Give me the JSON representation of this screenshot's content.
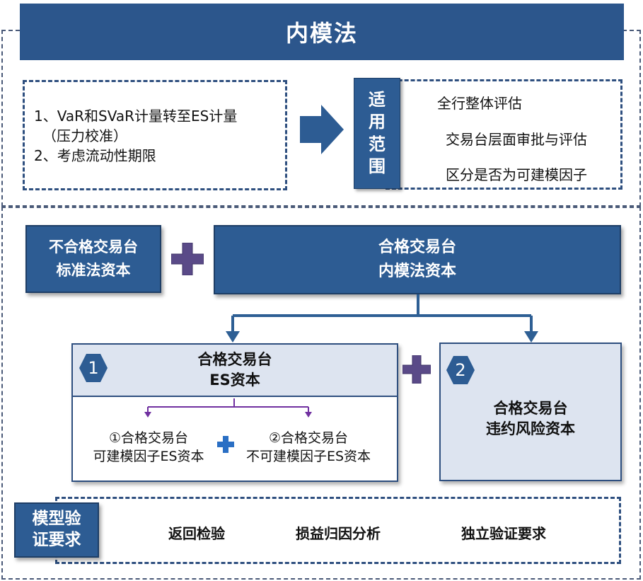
{
  "title": "内模法",
  "requirements": {
    "line1": "1、VaR和SVaR计量转至ES计量",
    "line2": "（压力校准）",
    "line3": "2、考虑流动性期限"
  },
  "scope": {
    "label_chars": [
      "适",
      "用",
      "范",
      "围"
    ],
    "items": [
      "全行整体评估",
      "交易台层面审批与评估",
      "区分是否为可建模因子"
    ]
  },
  "unqualified_desk": {
    "line1": "不合格交易台",
    "line2": "标准法资本"
  },
  "qualified_desk": {
    "line1": "合格交易台",
    "line2": "内模法资本"
  },
  "es_capital": {
    "badge": "1",
    "line1": "合格交易台",
    "line2": "ES资本",
    "modellable": {
      "line1": "①合格交易台",
      "line2": "可建模因子ES资本"
    },
    "non_modellable": {
      "line1": "②合格交易台",
      "line2": "不可建模因子ES资本"
    }
  },
  "default_risk": {
    "badge": "2",
    "line1": "合格交易台",
    "line2": "违约风险资本"
  },
  "validation": {
    "label_line1": "模型验",
    "label_line2": "证要求",
    "items": [
      "返回检验",
      "损益归因分析",
      "独立验证要求"
    ]
  },
  "colors": {
    "navy": "#2d5c93",
    "title": "#2c568c",
    "light": "#dde4f0",
    "purple": "#7030a0",
    "plus_blue": "#2a6fc4"
  }
}
